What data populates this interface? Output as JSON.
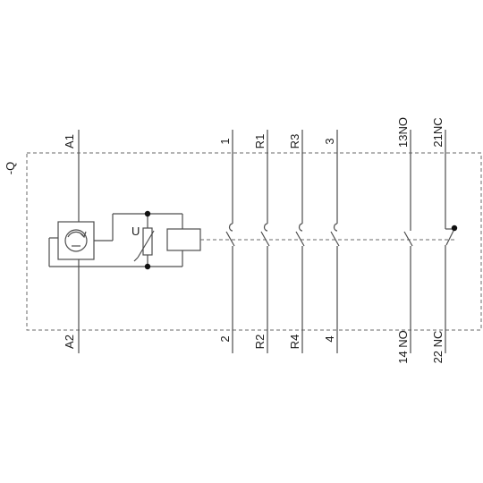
{
  "device_tag": "-Q",
  "top_terminals": [
    "A1",
    "1",
    "R1",
    "R3",
    "3",
    "13NO",
    "21NC"
  ],
  "bottom_terminals": [
    "A2",
    "2",
    "R2",
    "R4",
    "4",
    "14 NO",
    "22 NC"
  ],
  "varistor_label": "U"
}
